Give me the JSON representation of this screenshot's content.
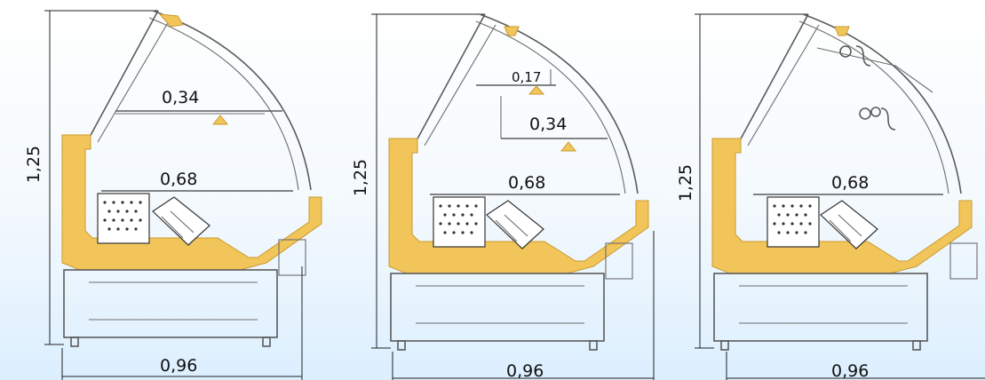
{
  "panels": [
    {
      "height_label": "1,25",
      "width_label": "0,96",
      "shelves": [
        {
          "label": "0,34"
        },
        {
          "label": "0,68"
        }
      ],
      "hooks": false
    },
    {
      "height_label": "1,25",
      "width_label": "0,96",
      "shelves": [
        {
          "label": "0,17"
        },
        {
          "label": "0,34"
        },
        {
          "label": "0,68"
        }
      ],
      "hooks": false
    },
    {
      "height_label": "1,25",
      "width_label": "0,96",
      "shelves": [
        {
          "label": "0,68"
        }
      ],
      "hooks": true
    }
  ],
  "colors": {
    "accent": "#f2c55a",
    "outline": "#5b5b5b",
    "background_bottom": "#dcefff"
  }
}
